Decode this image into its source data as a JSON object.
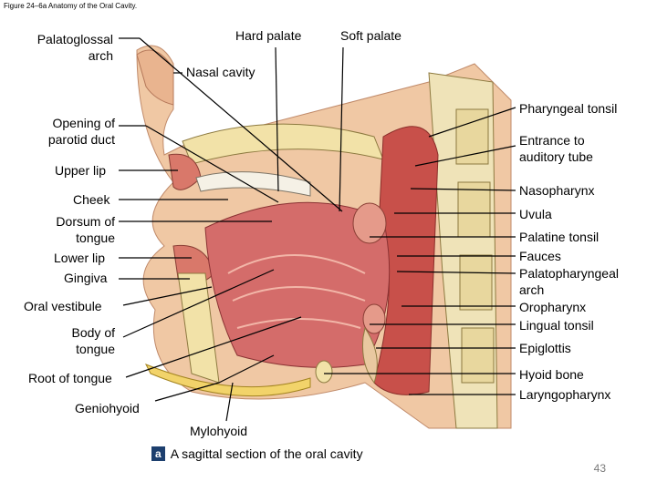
{
  "figure_caption": "Figure 24–6a Anatomy of the Oral Cavity.",
  "panel_letter": "a",
  "panel_caption": "A sagittal section of the oral cavity",
  "page_number": "43",
  "labels": {
    "palatoglossal_arch": "Palatoglossal\narch",
    "hard_palate": "Hard palate",
    "soft_palate": "Soft palate",
    "nasal_cavity": "Nasal cavity",
    "pharyngeal_tonsil": "Pharyngeal tonsil",
    "opening_parotid_duct": "Opening of\nparotid duct",
    "entrance_auditory_tube": "Entrance to\nauditory tube",
    "upper_lip": "Upper lip",
    "nasopharynx": "Nasopharynx",
    "cheek": "Cheek",
    "uvula": "Uvula",
    "dorsum_of_tongue": "Dorsum of\ntongue",
    "palatine_tonsil": "Palatine tonsil",
    "lower_lip": "Lower lip",
    "fauces": "Fauces",
    "gingiva": "Gingiva",
    "palatopharyngeal_arch": "Palatopharyngeal\narch",
    "oropharynx": "Oropharynx",
    "oral_vestibule": "Oral vestibule",
    "lingual_tonsil": "Lingual tonsil",
    "body_of_tongue": "Body of\ntongue",
    "epiglottis": "Epiglottis",
    "root_of_tongue": "Root of tongue",
    "hyoid_bone": "Hyoid bone",
    "laryngopharynx": "Laryngopharynx",
    "geniohyoid": "Geniohyoid",
    "mylohyoid": "Mylohyoid"
  }
}
